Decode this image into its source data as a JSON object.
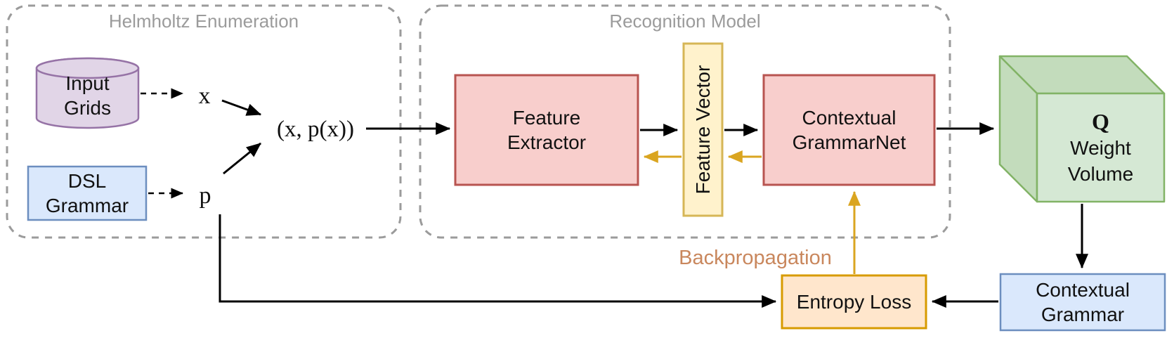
{
  "diagram": {
    "groups": {
      "helmholtz": {
        "title": "Helmholtz Enumeration"
      },
      "recognition": {
        "title": "Recognition Model"
      }
    },
    "nodes": {
      "input_grids": {
        "label": "Input\nGrids",
        "shape": "cylinder",
        "fill": "#E1D5E7",
        "stroke": "#9673A6"
      },
      "dsl_grammar": {
        "label": "DSL\nGrammar",
        "fill": "#DAE8FC",
        "stroke": "#6C8EBF"
      },
      "var_x": {
        "label": "x"
      },
      "var_p": {
        "label": "p"
      },
      "sample_pair": {
        "label": "(x, p(x))"
      },
      "feature_extractor": {
        "label": "Feature\nExtractor",
        "fill": "#F8CECC",
        "stroke": "#B85450"
      },
      "feature_vector": {
        "label": "Feature Vector",
        "fill": "#FFF2CC",
        "stroke": "#D6B656"
      },
      "contextual_grammarnet": {
        "label": "Contextual\nGrammarNet",
        "fill": "#F8CECC",
        "stroke": "#B85450"
      },
      "weight_volume": {
        "symbol": "Q",
        "label": "Weight\nVolume",
        "fill": "#D5E8D4",
        "stroke": "#82B366"
      },
      "entropy_loss": {
        "label": "Entropy Loss",
        "fill": "#FFE6CC",
        "stroke": "#D79B00"
      },
      "contextual_grammar": {
        "label": "Contextual\nGrammar",
        "fill": "#DAE8FC",
        "stroke": "#6C8EBF"
      }
    },
    "annotations": {
      "backpropagation": {
        "label": "Backpropagation",
        "color": "#C9875D"
      }
    },
    "arrows": {
      "forward_color": "#000000",
      "backward_color": "#DAA520",
      "group_border_color": "#9B9B9B"
    }
  }
}
